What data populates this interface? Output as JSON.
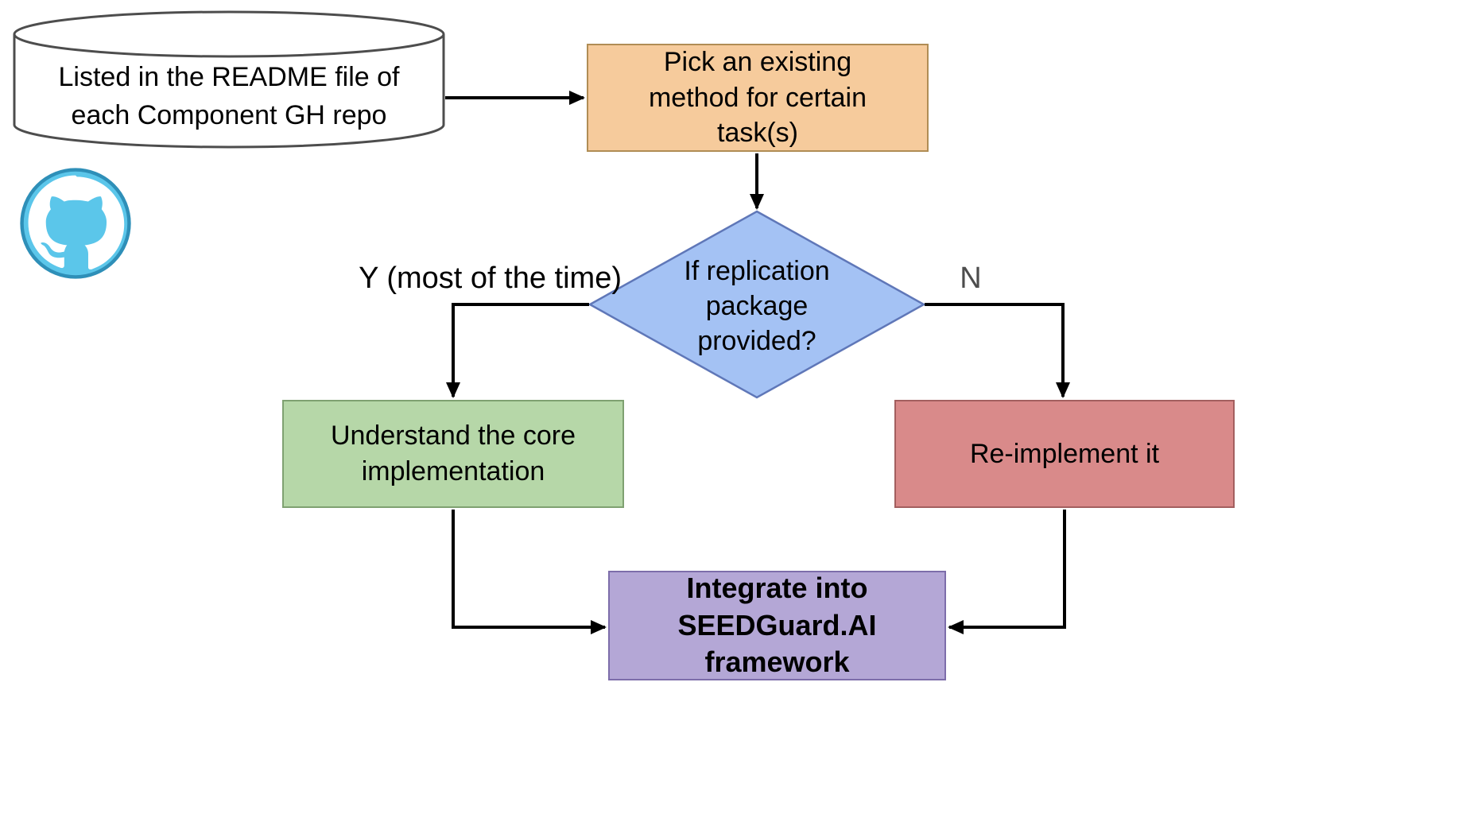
{
  "diagram": {
    "datastore": {
      "label": "Listed in the README file of\neach Component GH repo"
    },
    "pick_method": {
      "label": "Pick an existing\nmethod for certain\ntask(s)"
    },
    "decision": {
      "label": "If replication\npackage\nprovided?"
    },
    "branch_yes": {
      "label": "Y (most of the time)"
    },
    "branch_no": {
      "label": "N"
    },
    "understand": {
      "label": "Understand the core\nimplementation"
    },
    "reimplement": {
      "label": "Re-implement it"
    },
    "integrate": {
      "label": "Integrate into\nSEEDGuard.AI\nframework"
    },
    "icons": {
      "github": "github-octocat-icon"
    },
    "colors": {
      "pick_method_fill": "#f6cb9c",
      "decision_fill": "#a4c2f4",
      "understand_fill": "#b6d7a8",
      "reimplement_fill": "#d98a8a",
      "integrate_fill": "#b4a7d6",
      "datastore_fill": "#ffffff",
      "datastore_stroke": "#4d4d4d",
      "arrow": "#000000",
      "github_blue": "#5bc6ea"
    }
  }
}
